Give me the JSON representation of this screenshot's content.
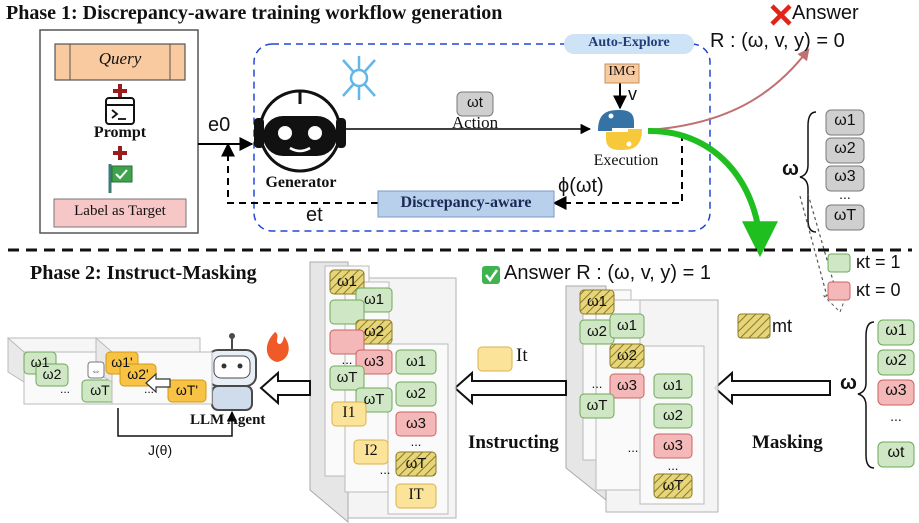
{
  "phase1": {
    "title": "Phase 1: Discrepancy-aware training workflow generation",
    "auto_explore": "Auto-Explore",
    "prompt_stack": {
      "query": "Query",
      "prompt": "Prompt",
      "label": "Label as Target"
    },
    "e0": "e0",
    "et": "et",
    "generator": "Generator",
    "action_symbol": "ωt",
    "action": "Action",
    "img": "IMG",
    "v": "v",
    "execution": "Execution",
    "phi": "ϕ(ωt)",
    "discrepancy": "Discrepancy-aware",
    "wrong_answer": "Answer",
    "wrong_formula": "R : (ω, v, y) = 0",
    "omega": "ω",
    "omega_items": [
      "ω1",
      "ω2",
      "ω3",
      "...",
      "ωT"
    ]
  },
  "phase2": {
    "title": "Phase 2: Instruct-Masking",
    "right_answer": "Answer R : (ω, v, y) = 1",
    "legend": [
      "κt = 1",
      "κt = 0"
    ],
    "omega": "ω",
    "omega_items": [
      "ω1",
      "ω2",
      "ω3",
      "...",
      "ωt"
    ],
    "mask_label": "mt",
    "masking": "Masking",
    "instructing": "Instructing",
    "instr_label": "It",
    "llm_agent": "LLM Agent",
    "loss": "J(θ)",
    "masked_stack": [
      "ω1",
      "ω1",
      "ω2",
      "ω2",
      "ω3",
      "...",
      "ωT",
      "ω1",
      "ω2",
      "ω3",
      "...",
      "ωT",
      "..."
    ],
    "instruct_stack": [
      "ω1",
      "ω1",
      "ω2",
      "ω3",
      "...",
      "ωT",
      "I1",
      "ω1",
      "ω2",
      "ω3",
      "...",
      "ωT",
      "I2",
      "...",
      "ωT",
      "IT"
    ],
    "output_stack": [
      "ω1",
      "ω2",
      "...",
      "ωT",
      "ω1'",
      "ω2'",
      "...",
      "ωT'"
    ]
  },
  "colors": {
    "green": "#1fbf1f",
    "red": "#c0504d",
    "blue": "#2346d6",
    "yellow": "#fbe39a"
  }
}
